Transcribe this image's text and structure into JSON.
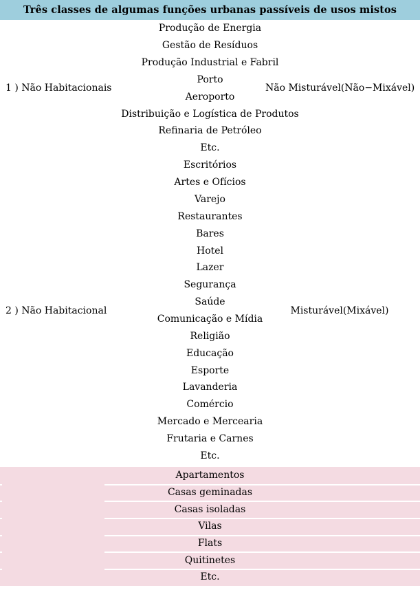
{
  "header": {
    "title": "Três classes de algumas funções urbanas passíveis de usos mistos",
    "background_color": "#9ecedd"
  },
  "colors": {
    "header_band": "#9ecedd",
    "residential_band": "#f4dbe2",
    "separator_line": "#ffffff",
    "text": "#000000",
    "page_background": "#ffffff"
  },
  "groups": [
    {
      "id": "nonhab-1",
      "left_label": "1 ) Não Habitacionais",
      "right_label": "Não Misturável(Não−Mixável)",
      "shaded": false,
      "items": [
        "Produção de Energia",
        "Gestão de Resíduos",
        "Produção Industrial e Fabril",
        "Porto",
        "Aeroporto",
        "Distribuição e Logística de Produtos",
        "Refinaria de Petróleo",
        "Etc."
      ]
    },
    {
      "id": "nonhab-2",
      "left_label": "2 ) Não Habitacional",
      "right_label": "Misturável(Mixável)",
      "shaded": false,
      "items": [
        "Escritórios",
        "Artes e Ofícios",
        "Varejo",
        "Restaurantes",
        "Bares",
        "Hotel",
        "Lazer",
        "Segurança",
        "Saúde",
        "Comunicação e Mídia",
        "Religião",
        "Educação",
        "Esporte",
        "Lavanderia",
        "Comércio",
        "Mercado e Mercearia",
        "Frutaria e Carnes",
        "Etc."
      ]
    },
    {
      "id": "residential",
      "left_label": "",
      "right_label": "",
      "shaded": true,
      "items": [
        "Apartamentos",
        "Casas geminadas",
        "Casas isoladas",
        "Vilas",
        "Flats",
        "Quitinetes",
        "Etc."
      ]
    }
  ]
}
